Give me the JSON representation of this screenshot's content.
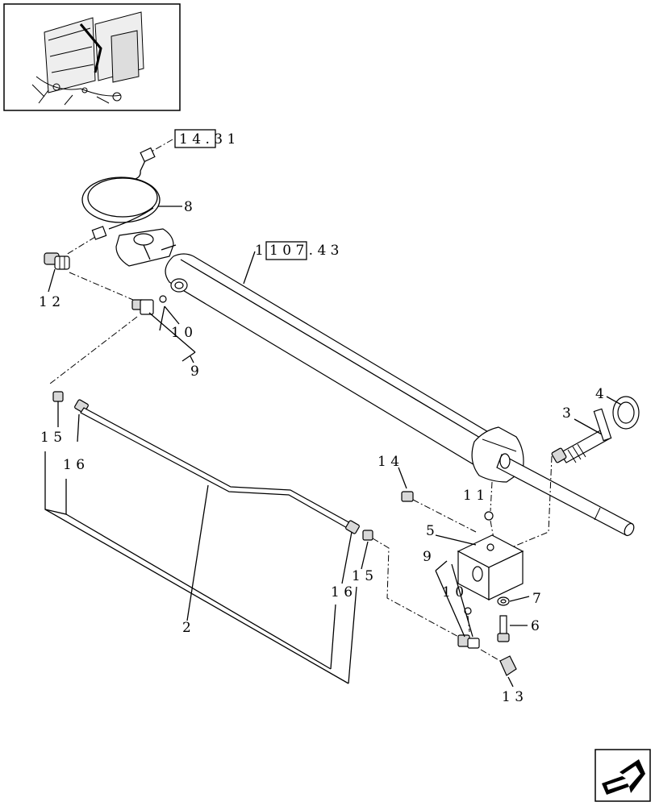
{
  "refs": {
    "ref_top": "1 4 . 3 1",
    "ref_cyl": "1 0 7 . 4 3"
  },
  "callouts": {
    "c2": "2",
    "c3": "3",
    "c4": "4",
    "c5": "5",
    "c6": "6",
    "c7": "7",
    "c8": "8",
    "c9a": "9",
    "c9b": "9",
    "c10a": "1 0",
    "c10b": "1 0",
    "c11": "1 1",
    "c12": "1 2",
    "c13": "1 3",
    "c14": "1 4",
    "c15a": "1 5",
    "c15b": "1 5",
    "c16a": "1 6",
    "c16b": "1 6"
  },
  "icons": {
    "thumbnail": "machine-overview-thumbnail",
    "nav": "previous-page-arrow-icon"
  }
}
